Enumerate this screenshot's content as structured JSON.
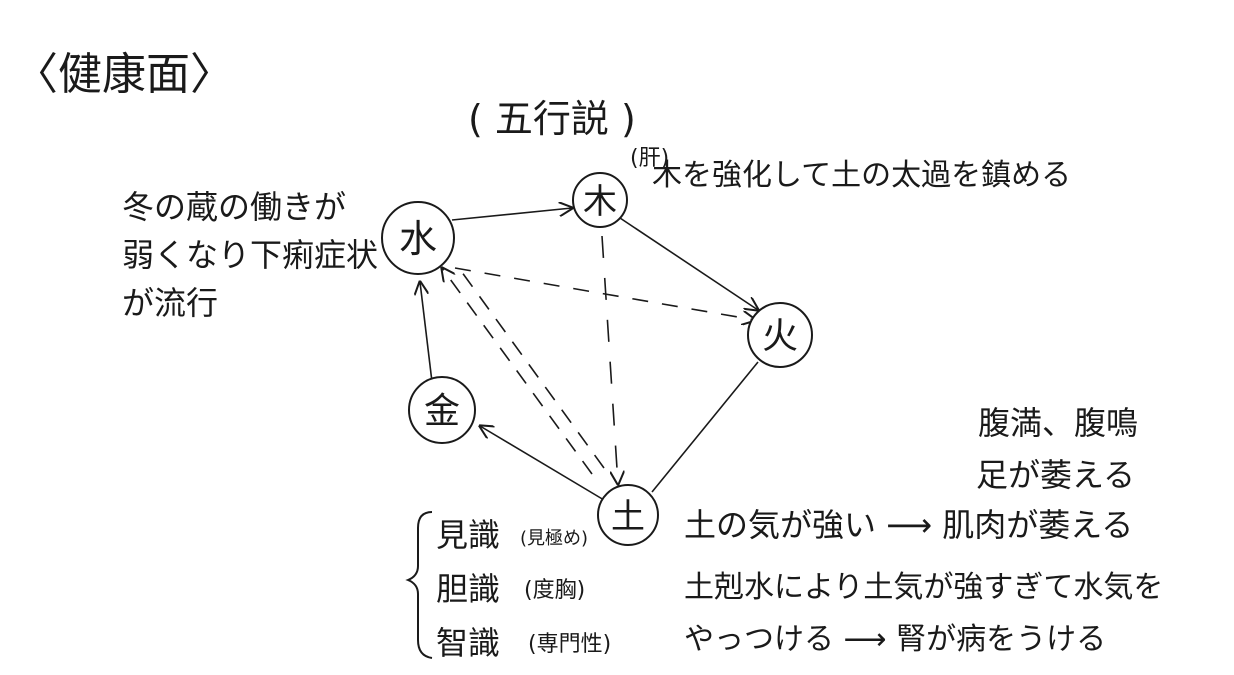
{
  "heading": "〈健康面〉",
  "subtitle": "( 五行説 )",
  "nodes": {
    "wood": "木",
    "water": "水",
    "fire": "火",
    "metal": "金",
    "earth": "土"
  },
  "notes": {
    "liver": "(肝)",
    "wood_note": "木を強化して土の太過を鎮める",
    "water_note": [
      "冬の蔵の働きが",
      "弱くなり下痢症状",
      "が流行"
    ],
    "earth_right": [
      "腹満、腹鳴",
      "足が萎える",
      "土の気が強い ⟶ 肌肉が萎える",
      "土剋水により土気が強すぎて水気を",
      "やっつける ⟶ 腎が病をうける"
    ],
    "three_knowledge": [
      "見識",
      "(見極め)",
      "胆識",
      "(度胸)",
      "智識",
      "(専門性)"
    ]
  }
}
